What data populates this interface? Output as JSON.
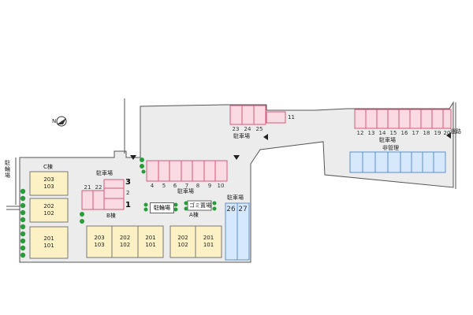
{
  "map": {
    "building_c_label": "C棟",
    "building_b_label": "B棟",
    "building_a_label": "A棟",
    "bike_parking_label": "駐輪場",
    "garbage_label": "ゴミ置場",
    "bicycle_label_vertical": "駐輪場",
    "parking_label": "駐車場",
    "non_managed_label": "非管理",
    "road_label": "道路",
    "compass_label": "N",
    "c_units": [
      {
        "upper": "203",
        "lower": "103"
      },
      {
        "upper": "202",
        "lower": "102"
      },
      {
        "upper": "201",
        "lower": "101"
      }
    ],
    "b_units": [
      {
        "upper": "203",
        "lower": "103"
      },
      {
        "upper": "202",
        "lower": "102"
      },
      {
        "upper": "201",
        "lower": "101"
      }
    ],
    "a_units": [
      {
        "upper": "202",
        "lower": "102"
      },
      {
        "upper": "201",
        "lower": "101"
      }
    ],
    "parking_top_numbers": [
      "23",
      "24",
      "25"
    ],
    "parking_11": "11",
    "parking_right_numbers": [
      "12",
      "13",
      "14",
      "15",
      "16",
      "17",
      "18",
      "19",
      "20"
    ],
    "parking_mid_numbers": [
      "4",
      "5",
      "6",
      "7",
      "8",
      "9",
      "10"
    ],
    "parking_left_numbers": [
      "21",
      "22"
    ],
    "parking_stack_numbers": [
      "3",
      "2",
      "1"
    ],
    "parking_blue_numbers": [
      "26",
      "27"
    ]
  }
}
